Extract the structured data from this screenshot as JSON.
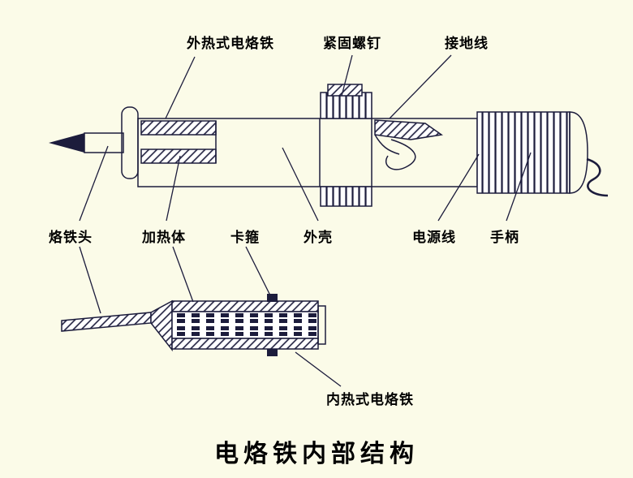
{
  "page": {
    "background_color": "#FBFBE8",
    "line_color": "#1c1c3c",
    "title": "电烙铁内部结构"
  },
  "labels": {
    "external_iron": "外热式电烙铁",
    "fastening_screw": "紧固螺钉",
    "ground_wire": "接地线",
    "soldering_tip": "烙铁头",
    "heating_element": "加热体",
    "clamp": "卡箍",
    "outer_shell": "外壳",
    "power_cord": "电源线",
    "handle": "手柄",
    "internal_iron": "内热式电烙铁"
  }
}
